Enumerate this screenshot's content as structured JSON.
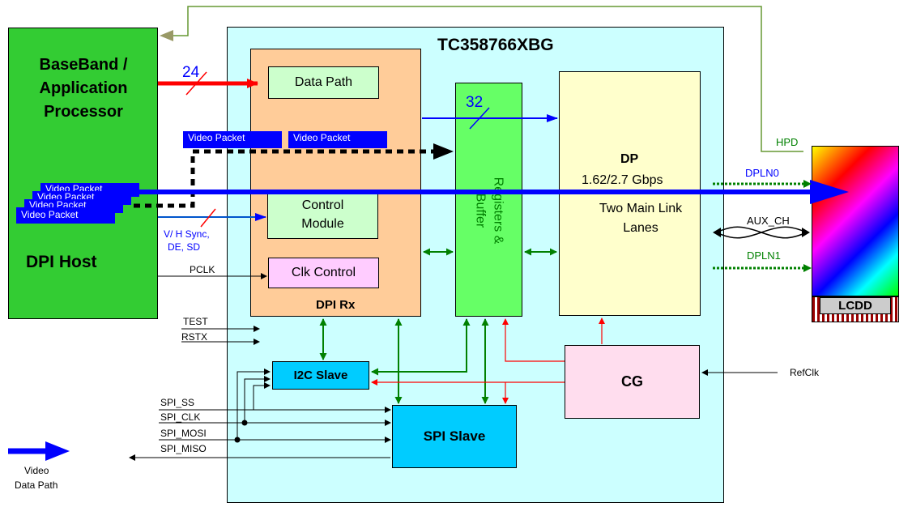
{
  "chip": {
    "name": "TC358766XBG"
  },
  "host": {
    "title": "BaseBand / Application Processor",
    "subtitle": "DPI Host"
  },
  "blocks": {
    "dpi_rx": "DPI Rx",
    "data_path": "Data Path",
    "control_module": "Control Module",
    "clk_control": "Clk Control",
    "registers": "Registers & Buffer",
    "dp_title": "DP",
    "dp_speed": "1.62/2.7 Gbps",
    "dp_lanes": "Two Main Link Lanes",
    "i2c": "I2C Slave",
    "spi": "SPI Slave",
    "cg": "CG",
    "lcdd": "LCDD"
  },
  "signals": {
    "bus24": "24",
    "bus32": "32",
    "vhsync": "V/ H Sync,",
    "de_sd": "DE, SD",
    "pclk": "PCLK",
    "test": "TEST",
    "rstx": "RSTX",
    "spi_ss": "SPI_SS",
    "spi_clk": "SPI_CLK",
    "spi_mosi": "SPI_MOSI",
    "spi_miso": "SPI_MISO",
    "refclk": "RefClk",
    "hpd": "HPD",
    "dpln0": "DPLN0",
    "aux_ch": "AUX_CH",
    "dpln1": "DPLN1"
  },
  "packets": {
    "packet_label": "Video Packet"
  },
  "legend": {
    "line1": "Video",
    "line2": "Data Path"
  },
  "colors": {
    "chip_bg": "#ccffff",
    "host_bg": "#33cc33",
    "dpi_bg": "#ffcc99",
    "module_bg": "#ccffcc",
    "clk_bg": "#ffccff",
    "reg_bg": "#66ff66",
    "dp_bg": "#ffffcc",
    "slave_bg": "#00ccff",
    "cg_bg": "#ffddee",
    "video_blue": "#0000ff",
    "ctrl_green": "#008000",
    "clock_red": "#ff0000"
  }
}
